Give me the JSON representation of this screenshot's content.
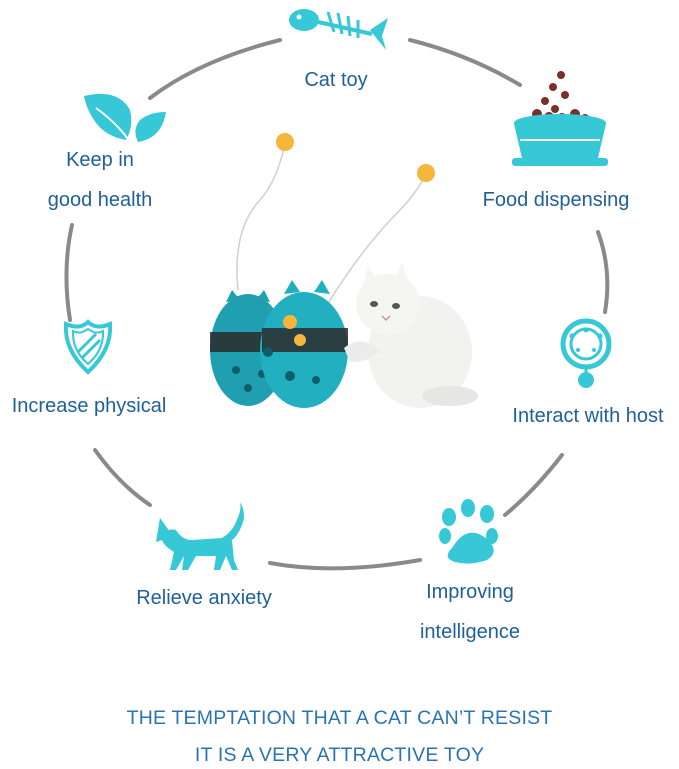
{
  "features": [
    {
      "id": "cat-toy",
      "label": "Cat toy",
      "icon": "fish-bone-icon"
    },
    {
      "id": "food-dispensing",
      "label": "Food dispensing",
      "icon": "food-bowl-icon"
    },
    {
      "id": "interact-with-host",
      "label": "Interact with host",
      "icon": "cat-collar-icon"
    },
    {
      "id": "improving-intelligence",
      "label_lines": [
        "Improving",
        "intelligence"
      ],
      "icon": "paw-print-icon"
    },
    {
      "id": "relieve-anxiety",
      "label": "Relieve anxiety",
      "icon": "cat-silhouette-icon"
    },
    {
      "id": "increase-physical",
      "label": "Increase physical",
      "icon": "shield-icon"
    },
    {
      "id": "keep-in-good-health",
      "label_lines": [
        "Keep in",
        "good health"
      ],
      "icon": "leaf-icon"
    }
  ],
  "product": {
    "icon": "tumbler-ball-toy-icon",
    "cat": "white-cat-icon"
  },
  "tagline": {
    "line1": "THE TEMPTATION THAT A CAT CAN’T RESIST",
    "line2": "IT IS A VERY ATTRACTIVE TOY"
  },
  "colors": {
    "accent": "#36c8d6",
    "text": "#1f5f9a",
    "tagline": "#2a73b5",
    "ring": "#8a8a8a"
  }
}
